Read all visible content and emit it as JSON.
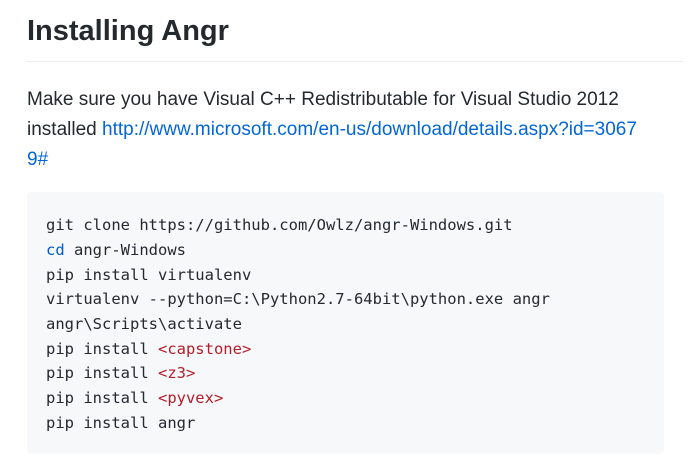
{
  "heading": "Installing Angr",
  "paragraph": {
    "text_before": "Make sure you have Visual C++ Redistributable for Visual Studio 2012 installed ",
    "link_text": "http://www.microsoft.com/en-us/download/details.aspx?id=30679#"
  },
  "code": {
    "line1": "git clone https://github.com/Owlz/angr-Windows.git",
    "line2_cmd": "cd",
    "line2_rest": " angr-Windows",
    "line3": "pip install virtualenv",
    "line4": "virtualenv --python=C:\\Python2.7-64bit\\python.exe angr",
    "line5": "angr\\Scripts\\activate",
    "line6_prefix": "pip install ",
    "line6_arg": "<capstone>",
    "line7_prefix": "pip install ",
    "line7_arg": "<z3>",
    "line8_prefix": "pip install ",
    "line8_arg": "<pyvex>",
    "line9": "pip install angr"
  },
  "colors": {
    "link": "#0366d6",
    "code_background": "#f6f8fa",
    "keyword": "#005cc5",
    "placeholder": "#b31d28"
  }
}
